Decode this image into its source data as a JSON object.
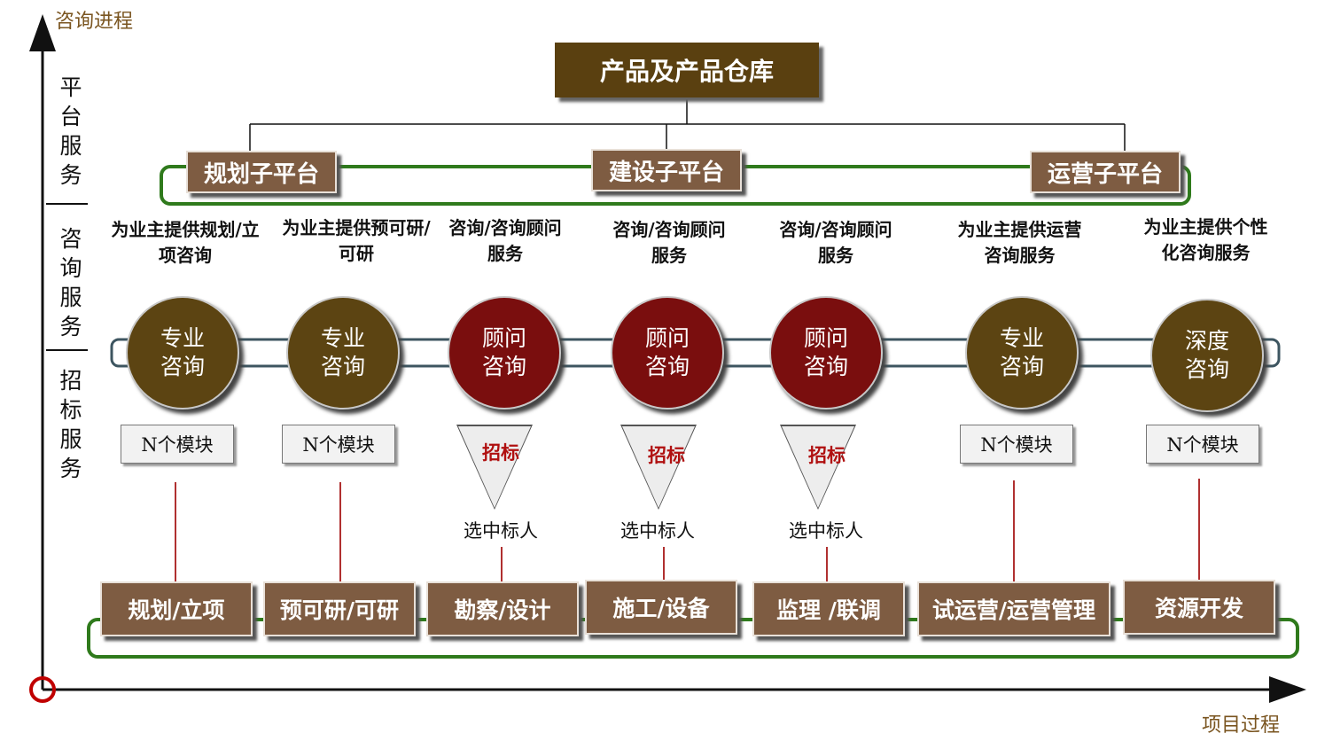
{
  "axes": {
    "y_label": "咨询进程",
    "x_label": "项目过程"
  },
  "side_sections": [
    "平台服务",
    "咨询服务",
    "招标服务"
  ],
  "top_box": "产品及产品仓库",
  "platforms": [
    "规划子平台",
    "建设子平台",
    "运营子平台"
  ],
  "descriptions": [
    "为业主提供规划/立项咨询",
    "为业主提供预可研/可研",
    "咨询/咨询顾问服务",
    "咨询/咨询顾问服务",
    "咨询/咨询顾问服务",
    "为业主提供运营咨询服务",
    "为业主提供个性化咨询服务"
  ],
  "circles": [
    {
      "label": "专业咨询",
      "color": "#5c4412"
    },
    {
      "label": "专业咨询",
      "color": "#5c4412"
    },
    {
      "label": "顾问咨询",
      "color": "#7a0e0e"
    },
    {
      "label": "顾问咨询",
      "color": "#7a0e0e"
    },
    {
      "label": "顾问咨询",
      "color": "#7a0e0e"
    },
    {
      "label": "专业咨询",
      "color": "#5c4412"
    },
    {
      "label": "深度咨询",
      "color": "#5c4412"
    }
  ],
  "modules": [
    "N个模块",
    "N个模块",
    "N个模块",
    "N个模块"
  ],
  "tenders": [
    {
      "label": "招标",
      "result": "选中标人"
    },
    {
      "label": "招标",
      "result": "选中标人"
    },
    {
      "label": "招标",
      "result": "选中标人"
    }
  ],
  "stages": [
    "规划/立项",
    "预可研/可研",
    "勘察/设计",
    "施工/设备",
    "监理 /联调",
    "试运营/运营管理",
    "资源开发"
  ],
  "colors": {
    "accent_brown": "#7e5c42",
    "dark_brown": "#5a4010",
    "dark_red": "#7a0e0e",
    "green_frame": "#2f7a1c",
    "axis": "#111111",
    "origin_ring": "#c00000",
    "connector": "#b03030"
  }
}
